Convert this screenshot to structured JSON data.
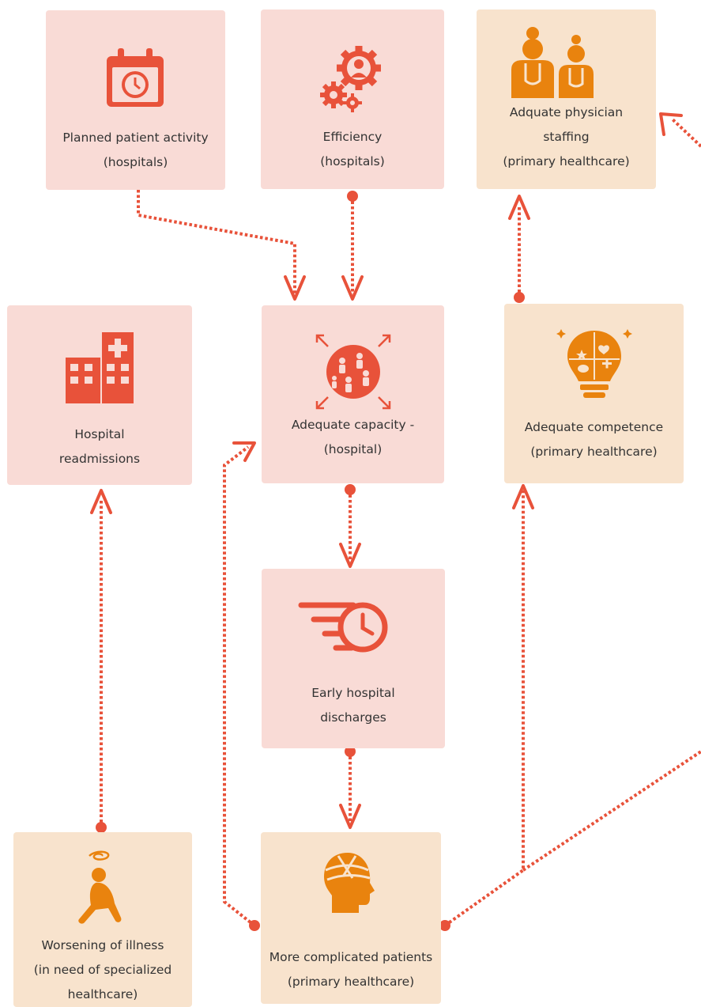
{
  "colors": {
    "hospital_box": "#f9dbd6",
    "primary_box": "#f8e3cd",
    "hospital_icon": "#e8523a",
    "primary_icon": "#e9830e",
    "connector": "#e8523a"
  },
  "nodes": {
    "planned": {
      "line1": "Planned patient activity",
      "line2": "(hospitals)",
      "icon": "calendar-clock-icon"
    },
    "efficiency": {
      "line1": "Efficiency",
      "line2": "(hospitals)",
      "icon": "gears-person-icon"
    },
    "staffing": {
      "line1": "Adquate physician",
      "line2": "staffing",
      "line3": "(primary healthcare)",
      "icon": "doctors-icon"
    },
    "readmissions": {
      "line1": "Hospital",
      "line2": "readmissions",
      "icon": "hospital-building-icon"
    },
    "capacity": {
      "line1": "Adequate capacity -",
      "line2": "(hospital)",
      "icon": "crowd-globe-icon"
    },
    "competence": {
      "line1": "Adequate competence",
      "line2": "(primary healthcare)",
      "icon": "puzzle-lightbulb-icon"
    },
    "discharges": {
      "line1": "Early hospital",
      "line2": "discharges",
      "icon": "fast-clock-icon"
    },
    "worsening": {
      "line1": "Worsening of illness",
      "line2": "(in need of specialized",
      "line3": "healthcare)",
      "icon": "sitting-dizzy-person-icon"
    },
    "complicated": {
      "line1": "More complicated patients",
      "line2": "(primary healthcare)",
      "icon": "bandaged-head-icon"
    }
  }
}
